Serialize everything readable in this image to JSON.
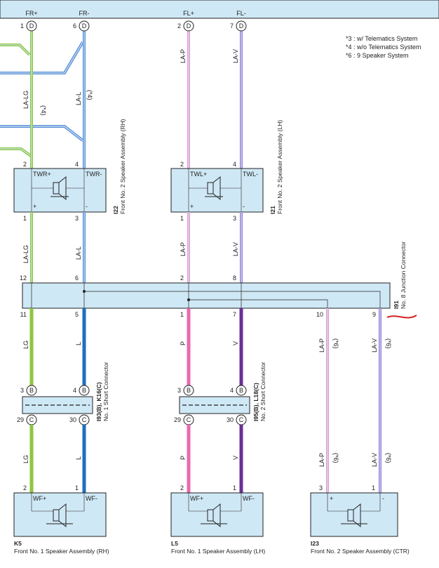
{
  "signals": {
    "fr_plus": "FR+",
    "fr_minus": "FR-",
    "fl_plus": "FL+",
    "fl_minus": "FL-"
  },
  "top_connectors": [
    {
      "pin": "1",
      "letter": "D"
    },
    {
      "pin": "6",
      "letter": "D"
    },
    {
      "pin": "2",
      "letter": "D"
    },
    {
      "pin": "7",
      "letter": "D"
    }
  ],
  "notes": [
    "*3 : w/ Telematics System",
    "*4 : w/o Telematics System",
    "*6 : 9 Speaker System"
  ],
  "wires_top": {
    "fr_plus": "LA-LG",
    "fr_minus": "LA-L",
    "fl_plus": "LA-P",
    "fl_minus": "LA-V",
    "note4a": "(*4)",
    "note4b": "(*4)"
  },
  "i22": {
    "id": "I22",
    "name": "Front No. 2 Speaker Assembly (RH)",
    "term_plus": "TWR+",
    "term_minus": "TWR-",
    "pin_top_plus": "2",
    "pin_top_minus": "4",
    "pin_bot_plus": "1",
    "pin_bot_minus": "3",
    "plus": "+",
    "minus": "-"
  },
  "i21": {
    "id": "I21",
    "name": "Front No. 2 Speaker Assembly (LH)",
    "term_plus": "TWL+",
    "term_minus": "TWL-",
    "pin_top_plus": "2",
    "pin_top_minus": "4",
    "pin_bot_plus": "1",
    "pin_bot_minus": "3",
    "plus": "+",
    "minus": "-"
  },
  "wires_mid": {
    "a": "LA-LG",
    "b": "LA-L",
    "c": "LA-P",
    "d": "LA-V"
  },
  "junction": {
    "id": "I91",
    "name": "No. 8 Junction Connector",
    "pins_top": [
      "12",
      "6",
      "2",
      "8"
    ],
    "pins_bottom": [
      "11",
      "5",
      "1",
      "7",
      "10",
      "9"
    ]
  },
  "wires_low": {
    "a": "LG",
    "b": "L",
    "c": "P",
    "d": "V",
    "e": "LA-P",
    "f": "LA-V",
    "e_note": "(*6)",
    "f_note": "(*6)"
  },
  "short1": {
    "id": "I93(B), K16(C)",
    "name": "No. 1 Short Connector",
    "pin_b1": "3",
    "pin_b2": "4",
    "pin_c1": "29",
    "pin_c2": "30",
    "letter_b": "B",
    "letter_c": "C"
  },
  "short2": {
    "id": "I95(B), L18(C)",
    "name": "No. 2 Short Connector",
    "pin_b1": "3",
    "pin_b2": "4",
    "pin_c1": "29",
    "pin_c2": "30",
    "letter_b": "B",
    "letter_c": "C"
  },
  "wires_bottom": {
    "a": "LG",
    "b": "L",
    "c": "P",
    "d": "V",
    "e": "LA-P",
    "f": "LA-V",
    "e_note": "(*6)",
    "f_note": "(*6)"
  },
  "k5": {
    "id": "K5",
    "name": "Front No. 1 Speaker Assembly (RH)",
    "term_plus": "WF+",
    "term_minus": "WF-",
    "pin_plus": "2",
    "pin_minus": "1"
  },
  "l5": {
    "id": "L5",
    "name": "Front No. 1 Speaker Assembly (LH)",
    "term_plus": "WF+",
    "term_minus": "WF-",
    "pin_plus": "2",
    "pin_minus": "1"
  },
  "i23": {
    "id": "I23",
    "name": "Front No. 2 Speaker Assembly (CTR)",
    "pin_plus": "3",
    "pin_minus": "1",
    "plus": "+",
    "minus": "-"
  },
  "colors": {
    "box_fill": "#cfe8f5",
    "box_stroke": "#222222",
    "lg": "#8dc63f",
    "l": "#1f6fc1",
    "p": "#e86ab0",
    "v": "#6a2f95",
    "la_lg": "#9ccc65",
    "la_l": "#5b8fd8",
    "la_p": "#e59ad0",
    "la_v": "#9a7fd6",
    "red_mark": "#d42020"
  }
}
